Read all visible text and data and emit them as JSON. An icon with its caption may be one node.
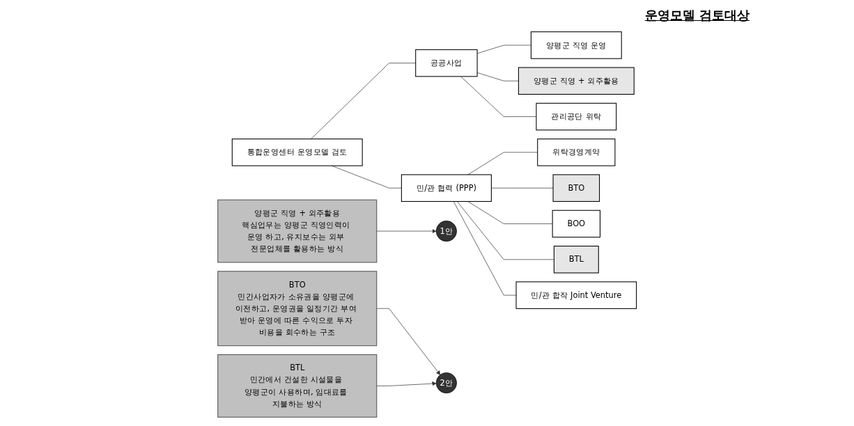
{
  "diagram": {
    "title": "운영모델 검토대상",
    "nodes": [
      {
        "text": [
          "통합운영센터 운영모델 검토"
        ]
      },
      {
        "text": [
          "공공사업"
        ]
      },
      {
        "text": [
          "민/관 협력 (PPP)"
        ]
      },
      {
        "text": [
          "양평군 직영 운영"
        ]
      },
      {
        "text": [
          "양평군 직영 + 외주활용"
        ]
      },
      {
        "text": [
          "관리공단 위탁"
        ]
      },
      {
        "text": [
          "위탁경영계약"
        ]
      },
      {
        "text": [
          "BTO"
        ]
      },
      {
        "text": [
          "BOO"
        ]
      },
      {
        "text": [
          "BTL"
        ]
      },
      {
        "text": [
          "민/관 합작 Joint Venture"
        ]
      },
      {
        "text": [
          "양평군 직영 + 외주활용",
          "핵심업무는 양평군 직영인력이 운영 하고, 유지보수는 외부 전문업체를 활용하는 방식"
        ]
      },
      {
        "text": [
          "1안"
        ]
      },
      {
        "text": [
          "BTO",
          "민간사업자가 소유권을 양평군에 이전하고, 운영권을 일정기간 부여 받아 운영에 따른 수익으로 투자 비용을 회수하는 구조"
        ]
      },
      {
        "text": [
          "BTL",
          "민간에서 건설한 시설물을 양평군이 사용하며, 임대료를 지불하는 방식"
        ]
      },
      {
        "text": [
          "2안"
        ]
      }
    ],
    "edges": [
      {
        "from": 0,
        "to": 1,
        "arrow": "none"
      },
      {
        "from": 0,
        "to": 2,
        "arrow": "none"
      },
      {
        "from": 1,
        "to": 3,
        "arrow": "none"
      },
      {
        "from": 1,
        "to": 4,
        "arrow": "none"
      },
      {
        "from": 1,
        "to": 5,
        "arrow": "none"
      },
      {
        "from": 2,
        "to": 6,
        "arrow": "none"
      },
      {
        "from": 2,
        "to": 7,
        "arrow": "none"
      },
      {
        "from": 2,
        "to": 8,
        "arrow": "none"
      },
      {
        "from": 2,
        "to": 9,
        "arrow": "none"
      },
      {
        "from": 2,
        "to": 10,
        "arrow": "none"
      },
      {
        "from": 11,
        "to": 12,
        "arrow": "to"
      },
      {
        "from": 13,
        "to": 15,
        "arrow": "to"
      },
      {
        "from": 14,
        "to": 15,
        "arrow": "to"
      }
    ]
  }
}
